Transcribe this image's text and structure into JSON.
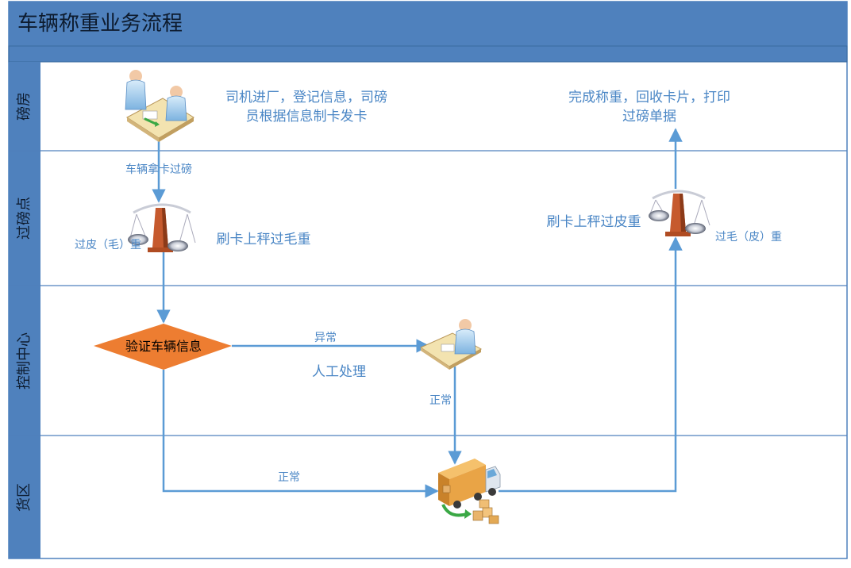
{
  "title": "车辆称重业务流程",
  "lanes": [
    {
      "label": "磅房"
    },
    {
      "label": "过磅点"
    },
    {
      "label": "控制中心"
    },
    {
      "label": "货区"
    }
  ],
  "nodes": {
    "booth_text_1": "司机进厂，登记信息，司磅",
    "booth_text_2": "员根据信息制卡发卡",
    "complete_text_1": "完成称重，回收卡片，打印",
    "complete_text_2": "过磅单据",
    "scale_left_label": "过皮（毛）重",
    "scale_left_text": "刷卡上秤过毛重",
    "scale_right_text": "刷卡上秤过皮重",
    "scale_right_label": "过毛（皮）重",
    "decision": "验证车辆信息",
    "manual": "人工处理"
  },
  "edges": {
    "carry_card": "车辆拿卡过磅",
    "abnormal": "异常",
    "normal_manual": "正常",
    "normal_cargo": "正常"
  },
  "colors": {
    "header": "#4F81BD",
    "lane_band": "#4F81BD",
    "edge": "#5B9BD5",
    "text": "#4A86C5",
    "decision": "#ED7D31",
    "scale": "#C65A2E"
  }
}
